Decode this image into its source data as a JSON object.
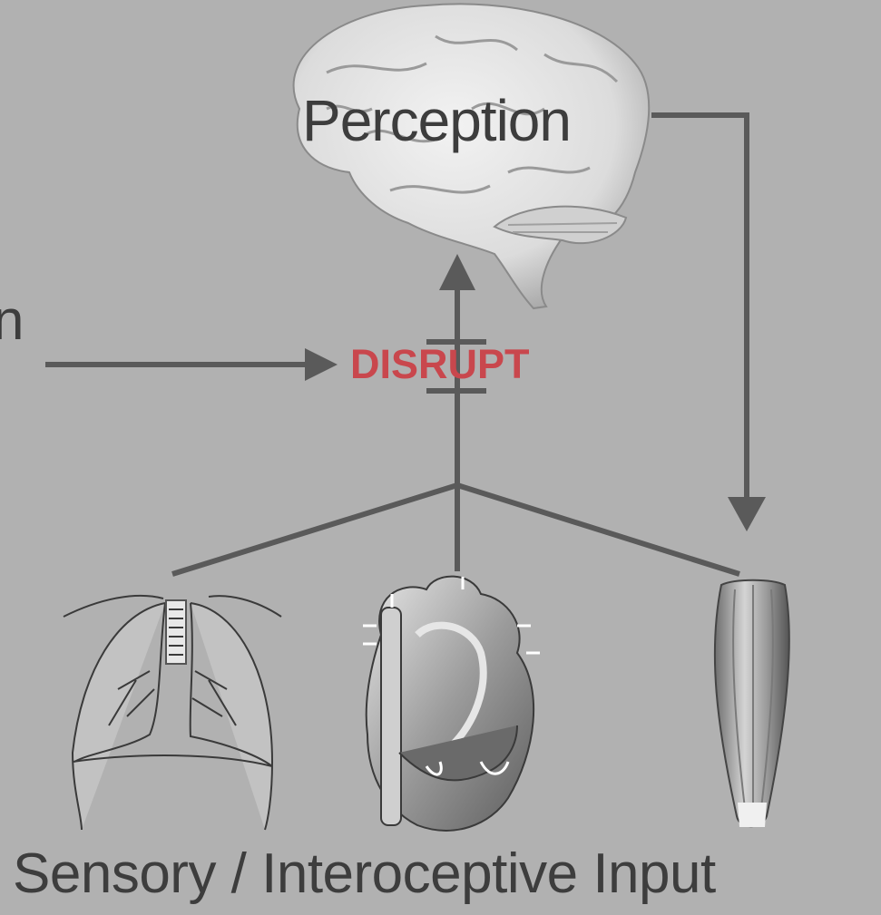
{
  "labels": {
    "perception": "Perception",
    "disrupt": "DISRUPT",
    "sensory_input": "Sensory / Interoceptive Input",
    "left_cut_text": "n"
  },
  "organs": {
    "brain": "brain-icon",
    "lungs": "lungs-icon",
    "heart": "heart-icon",
    "muscle": "muscle-icon"
  },
  "colors": {
    "background": "#b1b1b1",
    "arrow": "#5a5a5a",
    "text": "#3d3d3d",
    "disrupt": "#c9474d"
  }
}
